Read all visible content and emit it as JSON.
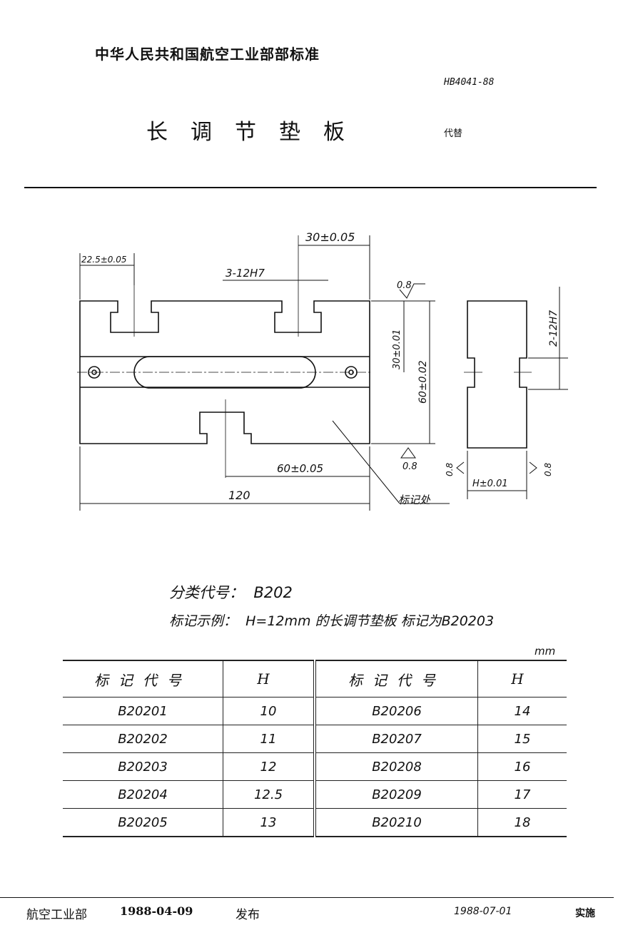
{
  "header": {
    "organization_standard": "中华人民共和国航空工业部部标准",
    "standard_number": "HB4041-88",
    "title": "长调节垫板",
    "replaces_label": "代替"
  },
  "drawing": {
    "dims": {
      "d_22_5": "22.5±0.05",
      "d_30": "30±0.05",
      "holes": "3-12H7",
      "d_30_01": "30±0.01",
      "d_60_02": "60±0.02",
      "d_60_05": "60±0.05",
      "d_120": "120",
      "side_holes": "2-12H7",
      "h": "H±0.01",
      "rough_top": "0.8",
      "rough_bottom": "0.8",
      "rough_side_left": "0.8",
      "rough_side_right": "0.8"
    },
    "mark_location_label": "标记处"
  },
  "classification": {
    "label": "分类代号",
    "code": "B202"
  },
  "marking_example": {
    "label": "标记示例",
    "text": "H=12mm 的长调节垫板  标记为B20203"
  },
  "table": {
    "unit": "mm",
    "headers": [
      "标记代号",
      "H",
      "标记代号",
      "H"
    ],
    "rows": [
      [
        "B20201",
        "10",
        "B20206",
        "14"
      ],
      [
        "B20202",
        "11",
        "B20207",
        "15"
      ],
      [
        "B20203",
        "12",
        "B20208",
        "16"
      ],
      [
        "B20204",
        "12.5",
        "B20209",
        "17"
      ],
      [
        "B20205",
        "13",
        "B20210",
        "18"
      ]
    ]
  },
  "footer": {
    "issuer": "航空工业部",
    "publish_date": "1988-04-09",
    "publish_label": "发布",
    "implement_date": "1988-07-01",
    "implement_label": "实施"
  }
}
